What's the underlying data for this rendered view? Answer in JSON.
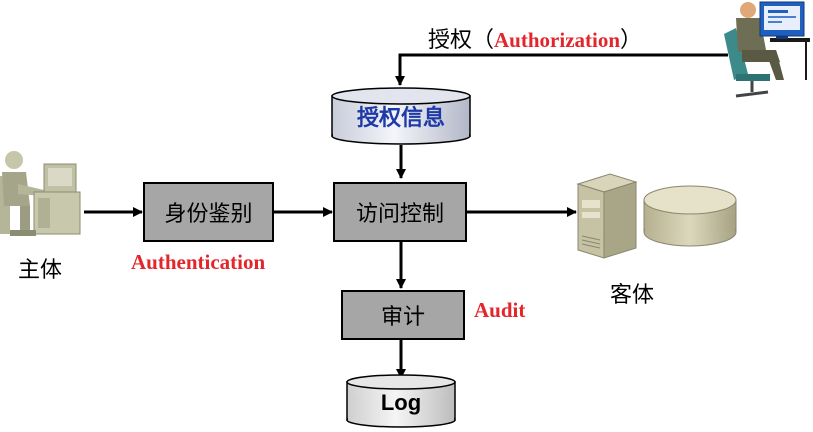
{
  "authorization_label": {
    "prefix": "授权（",
    "term": "Authorization",
    "suffix": "）"
  },
  "nodes": {
    "auth_info": "授权信息",
    "identification": "身份鉴别",
    "access_control": "访问控制",
    "audit": "审计",
    "log": "Log"
  },
  "labels": {
    "subject": "主体",
    "object": "客体",
    "authentication": "Authentication",
    "audit_en": "Audit"
  },
  "colors": {
    "accent_red": "#e3262b",
    "auth_info_text": "#1d3aa8",
    "box_fill": "#a6a6a6",
    "arrow": "#000000"
  },
  "icons": [
    "administrator-at-computer-icon",
    "user-at-desk-icon",
    "server-tower-icon",
    "database-disk-icon"
  ]
}
